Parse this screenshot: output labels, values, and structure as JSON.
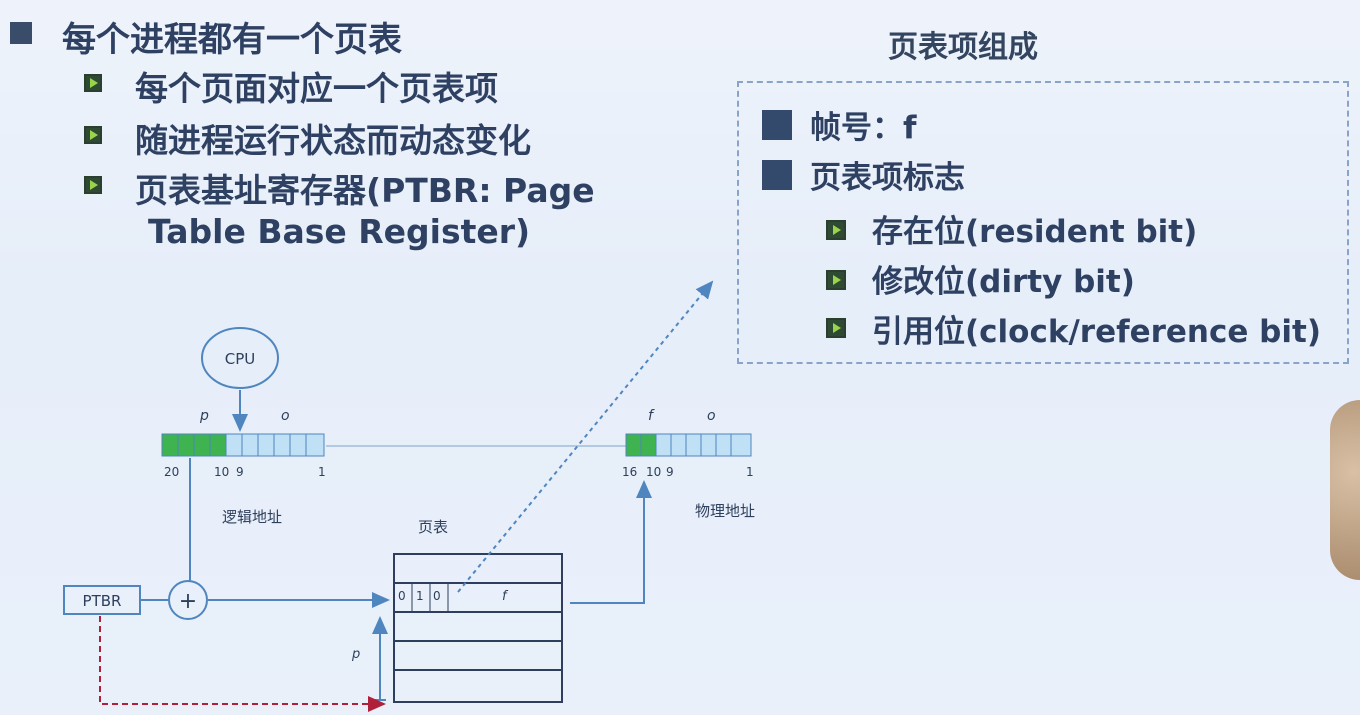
{
  "left_list": {
    "title": "每个进程都有一个页表",
    "items": [
      "每个页面对应一个页表项",
      "随进程运行状态而动态变化",
      "页表基址寄存器(PTBR: Page",
      "Table Base Register)"
    ]
  },
  "right_panel": {
    "title": "页表项组成",
    "frame_label": "帧号：f",
    "flags_label": "页表项标志",
    "flags": [
      "存在位(resident bit)",
      "修改位(dirty bit)",
      "引用位(clock/reference bit)"
    ]
  },
  "diagram": {
    "cpu": "CPU",
    "p": "p",
    "o": "o",
    "f": "f",
    "logical_address": "逻辑地址",
    "physical_address": "物理地址",
    "page_table": "页表",
    "ptbr": "PTBR",
    "plus": "+",
    "logical_ticks": [
      "20",
      "10",
      "9",
      "1"
    ],
    "physical_ticks": [
      "16",
      "10",
      "9",
      "1"
    ],
    "row_bits": [
      "0",
      "1",
      "0"
    ],
    "colors": {
      "green": "#3fb34f",
      "blue_cell": "#bfe0f5",
      "line": "#4f86bf",
      "red": "#b0203a"
    }
  }
}
